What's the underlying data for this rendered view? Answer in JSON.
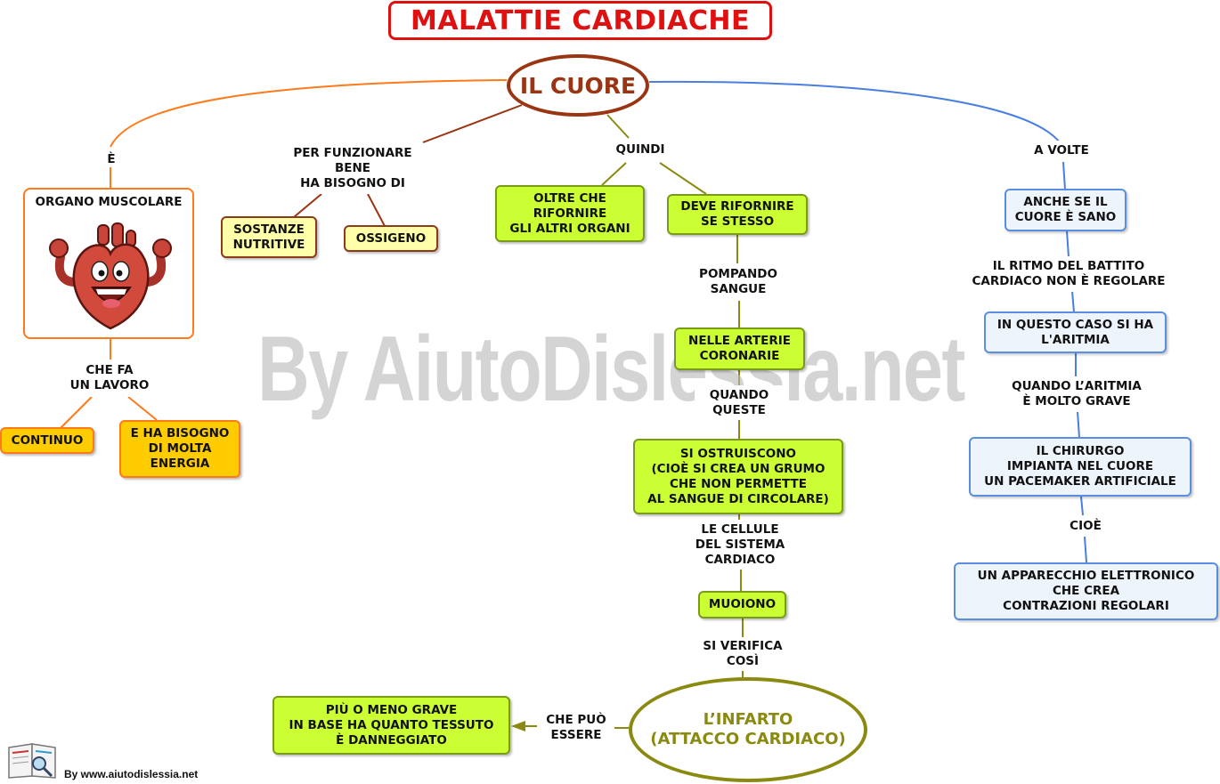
{
  "title": "MALATTIE CARDIACHE",
  "center": "IL CUORE",
  "watermark": "By AiutoDislessia.net",
  "footer": "By www.aiutodislessia.net",
  "colors": {
    "title": "#e01010",
    "center": "#9a3412",
    "green": "#ccff33",
    "yellow": "#ffffaa",
    "orange": "#ffcc00",
    "blue_border": "#5a8ee0",
    "olive": "#8a8a10"
  },
  "left": {
    "link_e": "È",
    "organo": "ORGANO MUSCOLARE",
    "link_lavoro": "CHE FA\nUN LAVORO",
    "continuo": "CONTINUO",
    "energia": "E HA BISOGNO\nDI MOLTA\nENERGIA"
  },
  "needs": {
    "link": "PER FUNZIONARE\nBENE\nHA BISOGNO DI",
    "sostanze": "SOSTANZE\nNUTRITIVE",
    "ossigeno": "OSSIGENO"
  },
  "middle": {
    "link_quindi": "QUINDI",
    "oltre": "OLTRE CHE\nRIFORNIRE\nGLI ALTRI ORGANI",
    "deve": "DEVE RIFORNIRE\nSE STESSO",
    "link_pompando": "POMPANDO\nSANGUE",
    "arterie": "NELLE ARTERIE\nCORONARIE",
    "link_quando": "QUANDO\nQUESTE",
    "ostruiscono": "SI OSTRUISCONO\n(CIOÈ SI CREA UN GRUMO\nCHE NON PERMETTE\nAL SANGUE DI CIRCOLARE)",
    "link_cellule": "LE CELLULE\nDEL SISTEMA\nCARDIACO",
    "muoiono": "MUOIONO",
    "link_verifica": "SI VERIFICA\nCOSÌ",
    "infarto": "L’INFARTO\n(ATTACCO CARDIACO)",
    "link_puo": "CHE PUÒ\nESSERE",
    "grave": "PIÙ O MENO GRAVE\nIN BASE HA QUANTO TESSUTO\nÈ DANNEGGIATO"
  },
  "right": {
    "link_volte": "A VOLTE",
    "sano": "ANCHE SE IL\nCUORE È SANO",
    "link_ritmo": "IL RITMO DEL BATTITO\nCARDIACO NON È REGOLARE",
    "aritmia": "IN QUESTO CASO SI HA\nL'ARITMIA",
    "link_grave": "QUANDO L’ARITMIA\nÈ MOLTO GRAVE",
    "chirurgo": "IL CHIRURGO\nIMPIANTA NEL CUORE\nUN PACEMAKER ARTIFICIALE",
    "link_cioe": "CIOÈ",
    "apparecchio": "UN APPARECCHIO  ELETTRONICO\nCHE  CREA\nCONTRAZIONI  REGOLARI"
  }
}
